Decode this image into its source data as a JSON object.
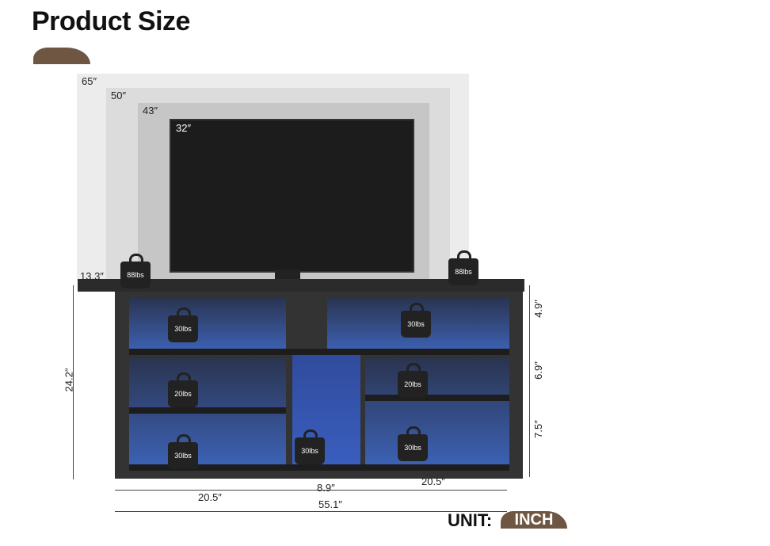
{
  "title": "Product Size",
  "screens": [
    "65″",
    "50″",
    "43″",
    "32″"
  ],
  "weights": {
    "top": "88lbs",
    "shelf_top": "30lbs",
    "shelf_mid": "20lbs",
    "shelf_bottom": "30lbs",
    "center": "30lbs"
  },
  "dimensions": {
    "depth": "13.3″",
    "height": "24.2″",
    "top_gap": "4.9″",
    "mid_gap": "6.9″",
    "bottom_gap": "7.5″",
    "left_width": "20.5″",
    "center_width": "8.9″",
    "right_width": "20.5″",
    "total_width": "55.1″"
  },
  "unit": {
    "label": "UNIT:",
    "value": "INCH"
  },
  "colors": {
    "accent": "#6e5642"
  }
}
